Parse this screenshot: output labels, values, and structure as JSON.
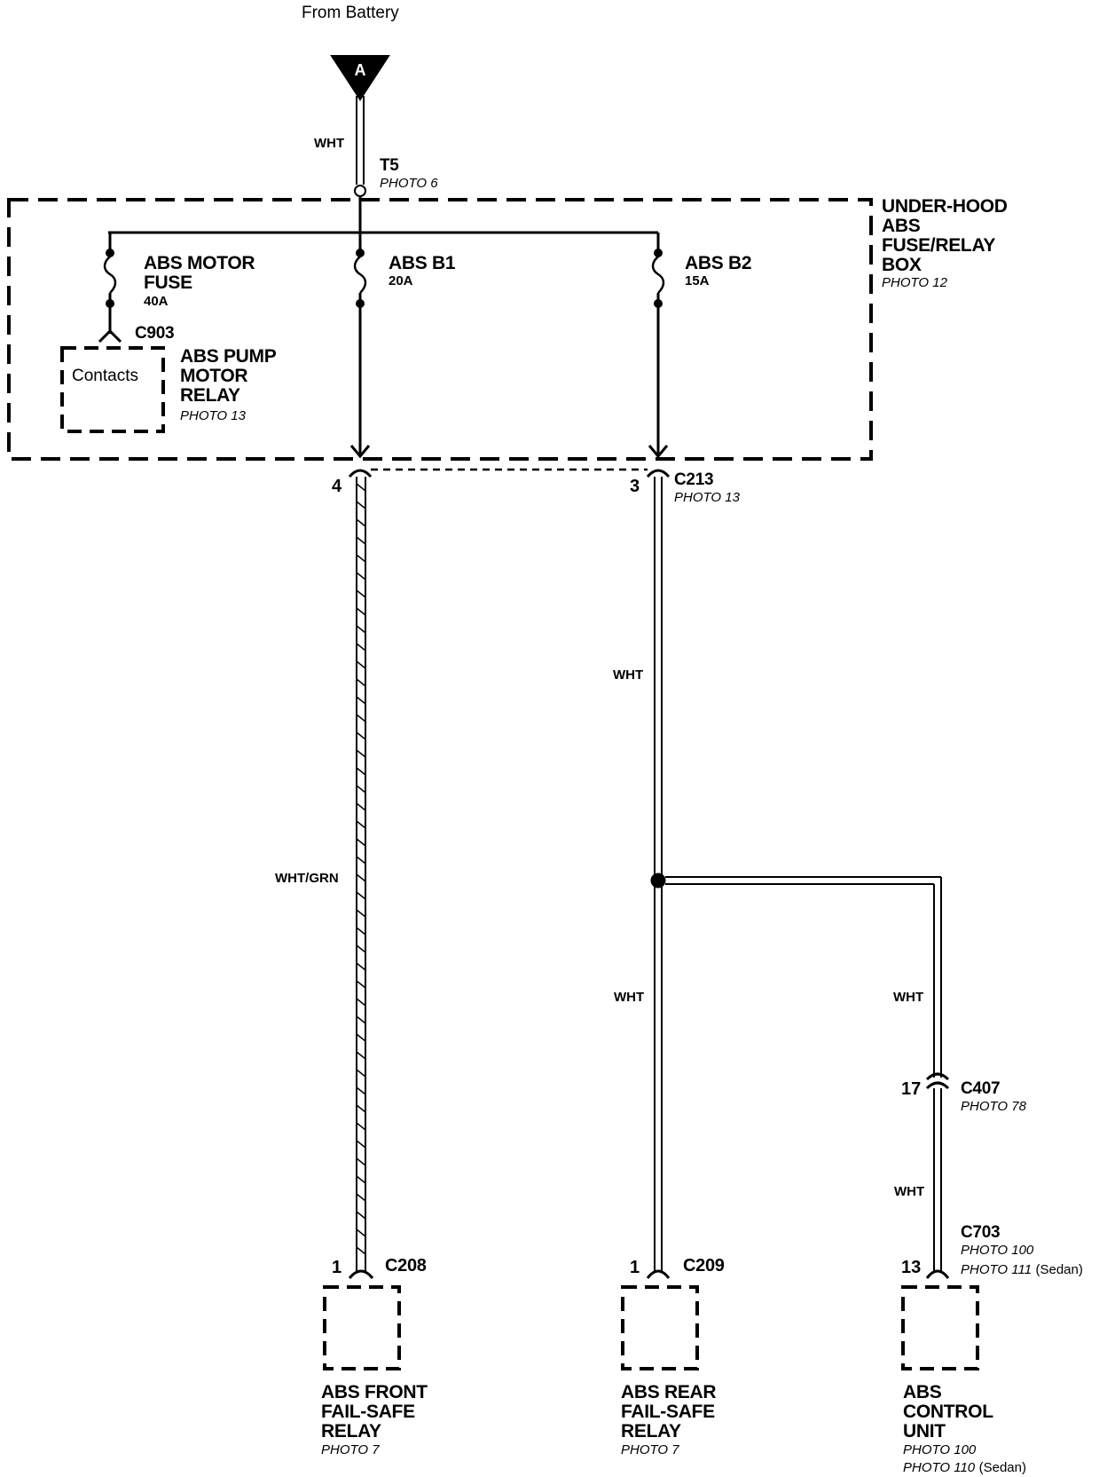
{
  "source": {
    "label": "From Battery",
    "terminal": "A",
    "wire": "WHT",
    "junction": "T5",
    "junction_photo": "PHOTO 6"
  },
  "fuse_box": {
    "name_lines": [
      "UNDER-HOOD",
      "ABS",
      "FUSE/RELAY",
      "BOX"
    ],
    "photo": "PHOTO 12"
  },
  "fuses": [
    {
      "name_lines": [
        "ABS MOTOR",
        "FUSE"
      ],
      "rating": "40A"
    },
    {
      "name_lines": [
        "ABS B1"
      ],
      "rating": "20A"
    },
    {
      "name_lines": [
        "ABS B2"
      ],
      "rating": "15A"
    }
  ],
  "pump_relay": {
    "connector": "C903",
    "contacts_label": "Contacts",
    "name_lines": [
      "ABS PUMP",
      "MOTOR",
      "RELAY"
    ],
    "photo": "PHOTO 13"
  },
  "c213": {
    "name": "C213",
    "photo": "PHOTO 13",
    "pin_left": "4",
    "pin_right": "3"
  },
  "wires": {
    "left": "WHT/GRN",
    "mid_upper": "WHT",
    "mid_lower": "WHT",
    "right_upper": "WHT",
    "right_lower": "WHT"
  },
  "c407": {
    "name": "C407",
    "photo": "PHOTO 78",
    "pin": "17"
  },
  "c703": {
    "name": "C703",
    "photo_1": "PHOTO 100",
    "photo_2": "PHOTO 111",
    "note": "(Sedan)"
  },
  "components": [
    {
      "connector": "C208",
      "pin": "1",
      "name_lines": [
        "ABS FRONT",
        "FAIL-SAFE",
        "RELAY"
      ],
      "photo": "PHOTO 7"
    },
    {
      "connector": "C209",
      "pin": "1",
      "name_lines": [
        "ABS REAR",
        "FAIL-SAFE",
        "RELAY"
      ],
      "photo": "PHOTO 7"
    },
    {
      "connector": "",
      "pin": "13",
      "name_lines": [
        "ABS",
        "CONTROL",
        "UNIT"
      ],
      "photo": "PHOTO 100",
      "photo_2": "PHOTO 110",
      "note": "(Sedan)"
    }
  ]
}
